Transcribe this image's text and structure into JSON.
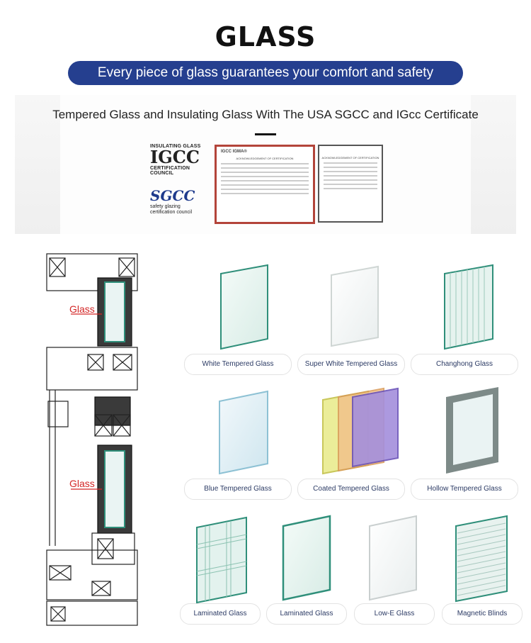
{
  "header": {
    "title": "GLASS",
    "banner": "Every piece of glass guarantees your comfort and safety"
  },
  "certificates": {
    "heading": "Tempered Glass and Insulating Glass With The USA SGCC and IGcc Certificate",
    "igcc_top": "INSULATING GLASS",
    "igcc_logo": "IGCC",
    "igcc_bottom": "CERTIFICATION COUNCIL",
    "sgcc_logo": "SGCC",
    "sgcc_text": [
      "safety glazing",
      "certification council"
    ],
    "doc1_header": "IGCC  IGMA®",
    "doc1_title": "ACKNOWLEDGEMENT OF CERTIFICATION",
    "doc2_title": "ACKNOWLEDGEMENT OF CERTIFICATION"
  },
  "diagram": {
    "labels": [
      "Glass",
      "Glass"
    ]
  },
  "glass_types": [
    {
      "name": "White Tempered Glass"
    },
    {
      "name": "Super White Tempered Glass"
    },
    {
      "name": "Changhong Glass"
    },
    {
      "name": "Blue Tempered Glass"
    },
    {
      "name": "Coated Tempered Glass"
    },
    {
      "name": "Hollow Tempered Glass"
    },
    {
      "name": "Laminated Glass"
    },
    {
      "name": "Laminated Glass"
    },
    {
      "name": "Low-E Glass"
    },
    {
      "name": "Magnetic Blinds"
    }
  ],
  "colors": {
    "banner": "#253f8f",
    "label_red": "#d32626",
    "pill_text": "#2b3a64",
    "glass_edge": "#2f8f7a"
  }
}
